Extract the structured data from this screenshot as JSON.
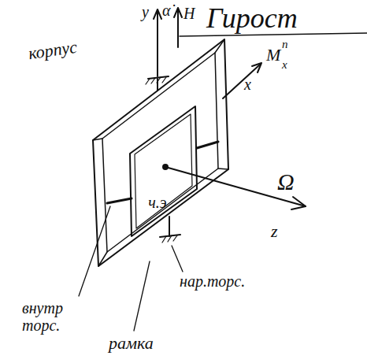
{
  "diagram": {
    "title": "Гирост",
    "nodes": [
      {
        "text": [
          "ч.э"
        ]
      }
    ],
    "labels": [
      "корпус",
      "y",
      "α̇",
      "H",
      "x",
      "M",
      "п",
      "x",
      "Ω",
      "z",
      "внутр торс.",
      "нар.торс.",
      "рамка"
    ]
  }
}
